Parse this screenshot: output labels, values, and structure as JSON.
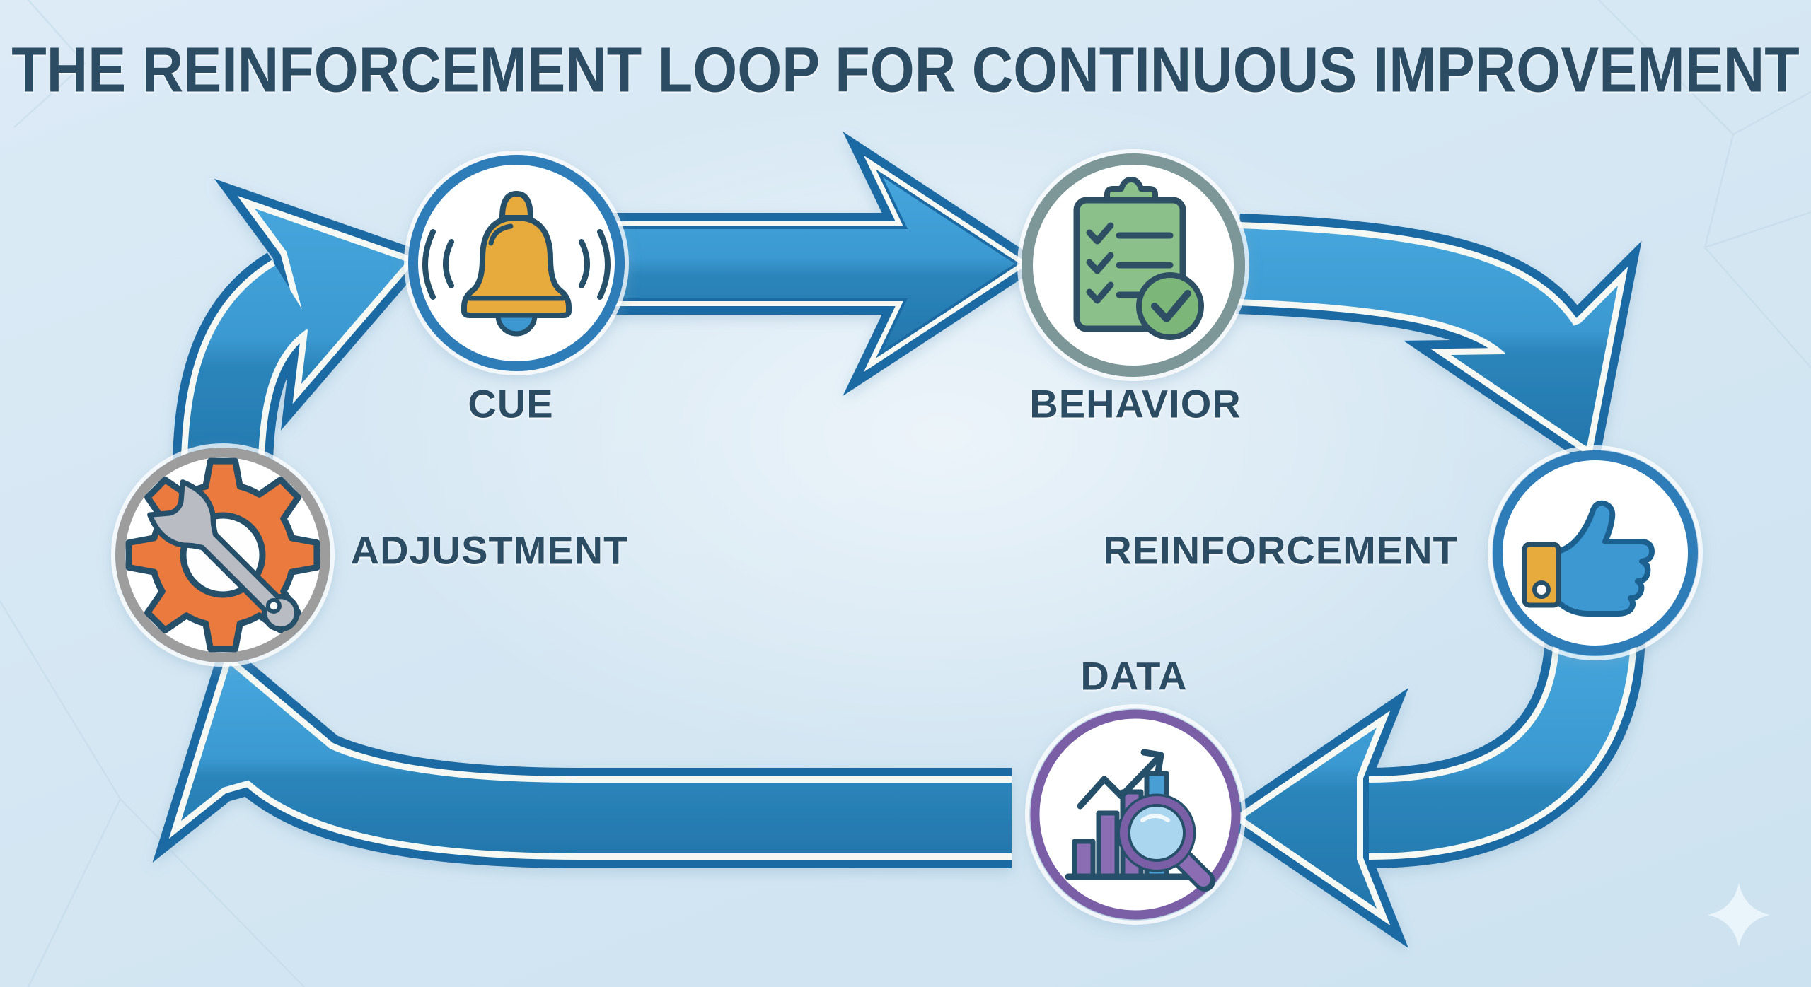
{
  "title": "THE REINFORCEMENT LOOP FOR CONTINUOUS IMPROVEMENT",
  "nodes": [
    {
      "id": "cue",
      "label": "CUE",
      "icon": "bell-icon",
      "ring_color": "#2e7cb8"
    },
    {
      "id": "behavior",
      "label": "BEHAVIOR",
      "icon": "checklist-icon",
      "ring_color": "#7d9697"
    },
    {
      "id": "reinforcement",
      "label": "REINFORCEMENT",
      "icon": "thumbs-up-icon",
      "ring_color": "#2e7cb8"
    },
    {
      "id": "data",
      "label": "DATA",
      "icon": "bar-chart-magnifier-icon",
      "ring_color": "#7a5fa6"
    },
    {
      "id": "adjustment",
      "label": "ADJUSTMENT",
      "icon": "gear-wrench-icon",
      "ring_color": "#9d9d9d"
    }
  ],
  "arrows": [
    {
      "from": "cue",
      "to": "behavior"
    },
    {
      "from": "behavior",
      "to": "reinforcement"
    },
    {
      "from": "reinforcement",
      "to": "data"
    },
    {
      "from": "data",
      "to": "adjustment"
    },
    {
      "from": "adjustment",
      "to": "cue"
    }
  ],
  "colors": {
    "background": "#d5e7f3",
    "title_text": "#2b4c62",
    "label_text": "#2b4c62",
    "arrow_fill_light": "#46a6dc",
    "arrow_fill_dark": "#2376ab",
    "arrow_outline": "#1d6ba3",
    "arrow_inner_band": "#f6f9f3",
    "bell_gold": "#e7ab3e",
    "clipboard_green": "#8cc08a",
    "thumb_blue": "#3d97d1",
    "bar_purple": "#8a6db3",
    "gear_orange": "#ea7a3d",
    "wrench_gray": "#b9bdc3"
  }
}
